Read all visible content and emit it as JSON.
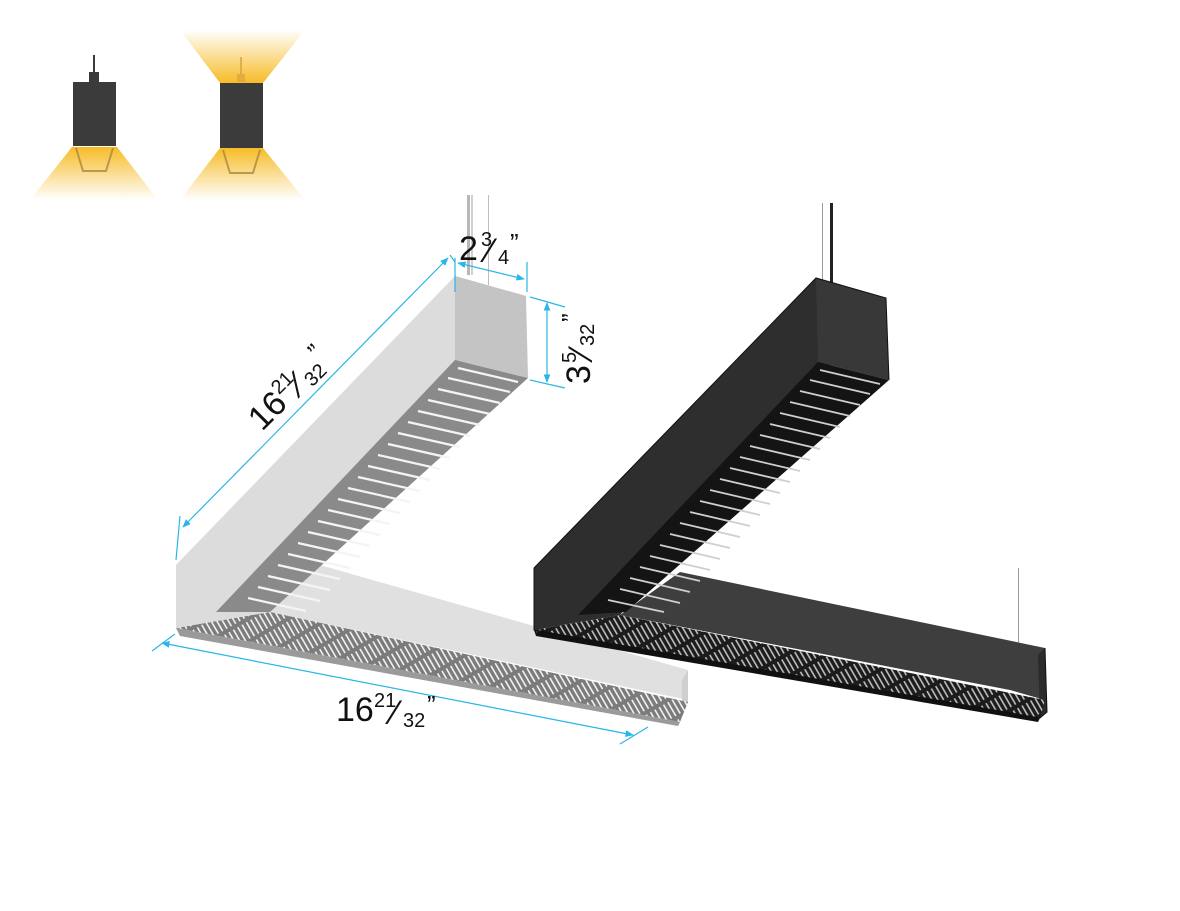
{
  "figure": {
    "subject": "L-shaped linear LED pendant light",
    "finishes": [
      "white/silver",
      "black"
    ]
  },
  "light_icons": [
    {
      "name": "downlight-mode",
      "direction": "down"
    },
    {
      "name": "up-down-light-mode",
      "direction": "up and down"
    }
  ],
  "dimensions": {
    "width": {
      "whole": "2",
      "num": "3",
      "den": "4",
      "unit": "”"
    },
    "height": {
      "whole": "3",
      "num": "5",
      "den": "32",
      "unit": "”"
    },
    "arm_length_vertical": {
      "whole": "16",
      "num": "21",
      "den": "32",
      "unit": "”"
    },
    "arm_length_horizontal": {
      "whole": "16",
      "num": "21",
      "den": "32",
      "unit": "”"
    }
  },
  "colors": {
    "dimension_line": "#29b6e6",
    "light_glow": "#f6b81c",
    "icon_body": "#3b3b3b",
    "white_fixture_top": "#d9d9d9",
    "white_fixture_side": "#c7c7c7",
    "black_fixture_top": "#2a2a2a",
    "black_fixture_side": "#3a3a3a"
  }
}
